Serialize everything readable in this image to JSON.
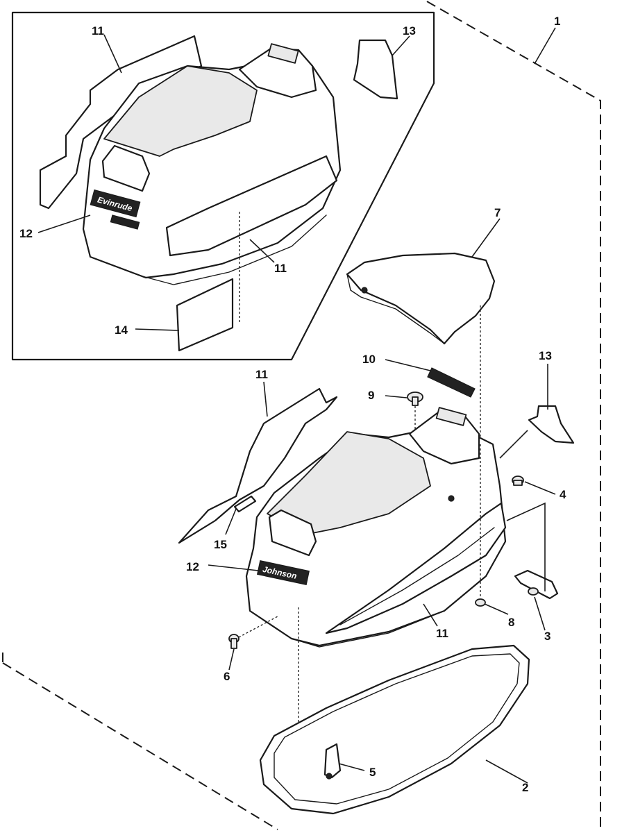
{
  "callouts": {
    "c1": "1",
    "c2": "2",
    "c3": "3",
    "c4": "4",
    "c5": "5",
    "c6": "6",
    "c7": "7",
    "c8": "8",
    "c9": "9",
    "c10": "10",
    "c11_inset_top": "11",
    "c11_inset_side": "11",
    "c11_main_top": "11",
    "c11_main_side": "11",
    "c12_inset": "12",
    "c12_main": "12",
    "c13_inset": "13",
    "c13_main": "13",
    "c14": "14",
    "c15": "15"
  },
  "logo_text": {
    "inset": "Evinrude",
    "main": "Johnson"
  }
}
